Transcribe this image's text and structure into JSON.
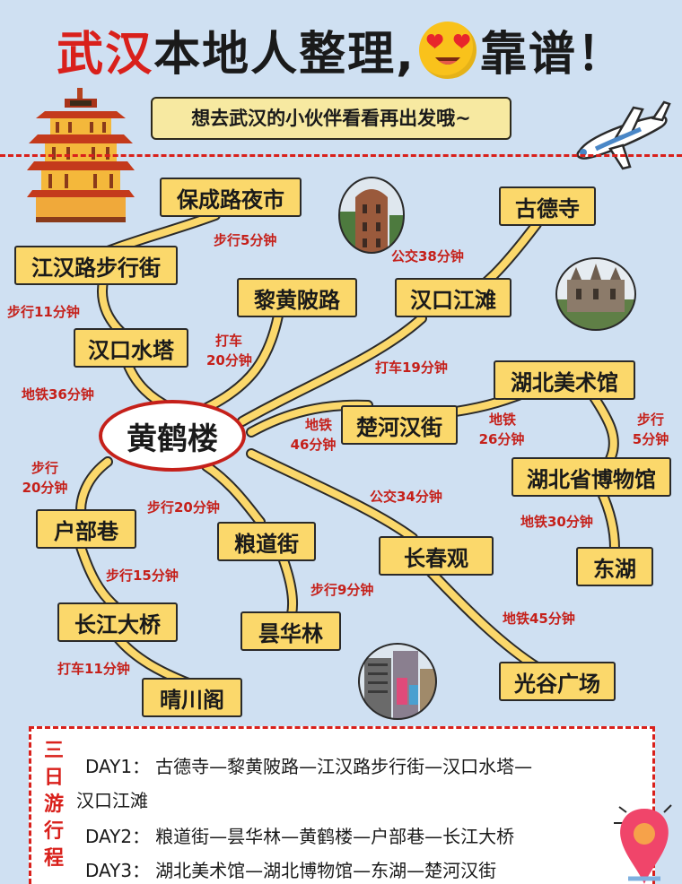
{
  "header": {
    "title_part1": "武汉",
    "title_part2": "本地人整理,",
    "title_part3": "靠谱！",
    "emoji": "heart-eyes-emoji",
    "subtitle": "想去武汉的小伙伴看看再出发哦~"
  },
  "colors": {
    "background": "#cfe0f2",
    "node_fill": "#fbd86b",
    "route_line": "#fbd86b",
    "accent_red": "#c5201a"
  },
  "map": {
    "hub": "黄鹤楼",
    "nodes": {
      "baochenglu": "保成路夜市",
      "jianghanlu": "江汉路步行街",
      "hankoushuita": "汉口水塔",
      "lihuangpi": "黎黄陂路",
      "hankoujiangtan": "汉口江滩",
      "guodesi": "古德寺",
      "hubeimeishuguan": "湖北美术馆",
      "chuhehanjie": "楚河汉街",
      "hubeibowuguan": "湖北省博物馆",
      "donghu": "东湖",
      "hubuxiang": "户部巷",
      "liangdaojie": "粮道街",
      "changchunguan": "长春观",
      "changjiangdaqiao": "长江大桥",
      "tanhualin": "昙华林",
      "guangguguangchang": "光谷广场",
      "qingchuange": "晴川阁"
    },
    "edges": {
      "baocheng_jianghan": "步行5分钟",
      "jianghan_shuita": "步行11分钟",
      "shuita_hub": "地铁36分钟",
      "lihuang_hub_1": "打车",
      "lihuang_hub_2": "20分钟",
      "guodesi_jiangtan": "公交38分钟",
      "jiangtan_hub": "打车19分钟",
      "hanjie_hub_1": "地铁",
      "hanjie_hub_2": "46分钟",
      "meishu_hanjie_1": "地铁",
      "meishu_hanjie_2": "26分钟",
      "meishu_bowu_1": "步行",
      "meishu_bowu_2": "5分钟",
      "bowu_donghu": "地铁30分钟",
      "hub_hubu_1": "步行",
      "hub_hubu_2": "20分钟",
      "hub_liangdao": "步行20分钟",
      "hub_changchun": "公交34分钟",
      "hubu_daqiao": "步行15分钟",
      "liangdao_tanhua": "步行9分钟",
      "changchun_guanggu": "地铁45分钟",
      "daqiao_qingchuan": "打车11分钟"
    }
  },
  "itinerary": {
    "tag": [
      "三",
      "日",
      "游",
      "行",
      "程"
    ],
    "day1_label": "DAY1：",
    "day1_route_a": "古德寺—黎黄陂路—江汉路步行街—汉口水塔—",
    "day1_route_b": "汉口江滩",
    "day2_label": "DAY2：",
    "day2_route": "粮道街—昙华林—黄鹤楼—户部巷—长江大桥",
    "day3_label": "DAY3：",
    "day3_route": "湖北美术馆—湖北博物馆—东湖—楚河汉街"
  }
}
